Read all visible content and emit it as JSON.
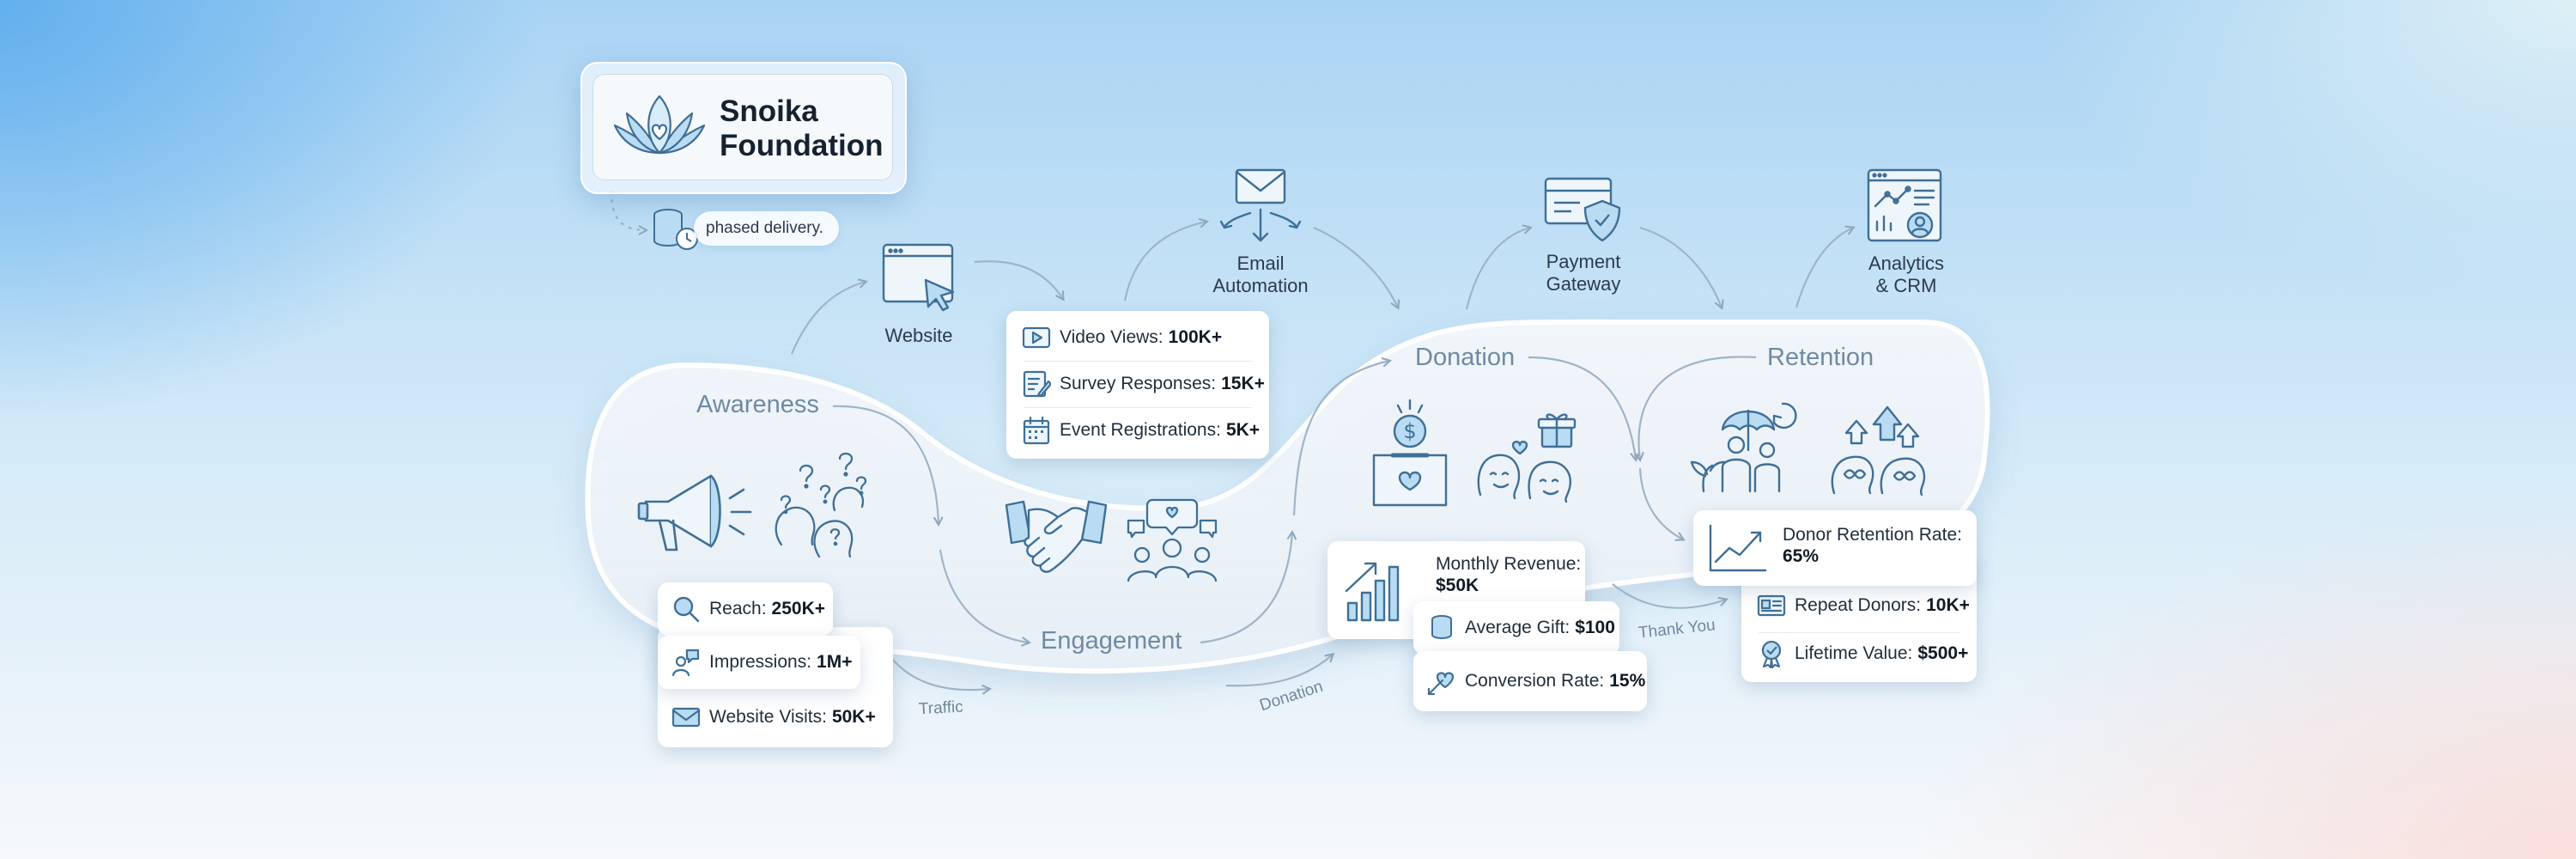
{
  "brand": {
    "name_line1": "Snoika",
    "name_line2": "Foundation"
  },
  "phased_note": "phased delivery.",
  "stages": {
    "awareness": "Awareness",
    "engagement": "Engagement",
    "donation": "Donation",
    "retention": "Retention"
  },
  "tools": {
    "website": "Website",
    "email_line1": "Email",
    "email_line2": "Automation",
    "payment_line1": "Payment",
    "payment_line2": "Gateway",
    "analytics_line1": "Analytics",
    "analytics_line2": "& CRM"
  },
  "metrics": {
    "awareness": [
      {
        "label": "Reach:",
        "value": "250K+",
        "icon": "magnifier-icon"
      },
      {
        "label": "Impressions:",
        "value": "1M+",
        "icon": "person-chat-icon"
      },
      {
        "label": "Website Visits:",
        "value": "50K+",
        "icon": "envelope-icon"
      }
    ],
    "engagement": [
      {
        "label": "Video Views:",
        "value": "100K+",
        "icon": "play-icon"
      },
      {
        "label": "Survey Responses:",
        "value": "15K+",
        "icon": "survey-icon"
      },
      {
        "label": "Event Registrations:",
        "value": "5K+",
        "icon": "calendar-icon"
      }
    ],
    "donation": [
      {
        "label": "Monthly Revenue:",
        "value": "$50K",
        "icon": "bar-chart-icon"
      },
      {
        "label": "Average Gift:",
        "value": "$100",
        "icon": "coins-icon"
      },
      {
        "label": "Conversion Rate:",
        "value": "15%",
        "icon": "heart-arrow-icon"
      }
    ],
    "retention": [
      {
        "label": "Donor Retention Rate:",
        "value": "65%",
        "icon": "trend-line-icon"
      },
      {
        "label": "Repeat Donors:",
        "value": "10K+",
        "icon": "id-card-icon"
      },
      {
        "label": "Lifetime Value:",
        "value": "$500+",
        "icon": "award-icon"
      }
    ]
  },
  "flow_labels": {
    "traffic": "Traffic",
    "donation": "Donation",
    "thank_you": "Thank You"
  },
  "colors": {
    "accent": "#3c6e95",
    "icon_fill": "#b9dcf3",
    "label": "#6f8aa3"
  }
}
